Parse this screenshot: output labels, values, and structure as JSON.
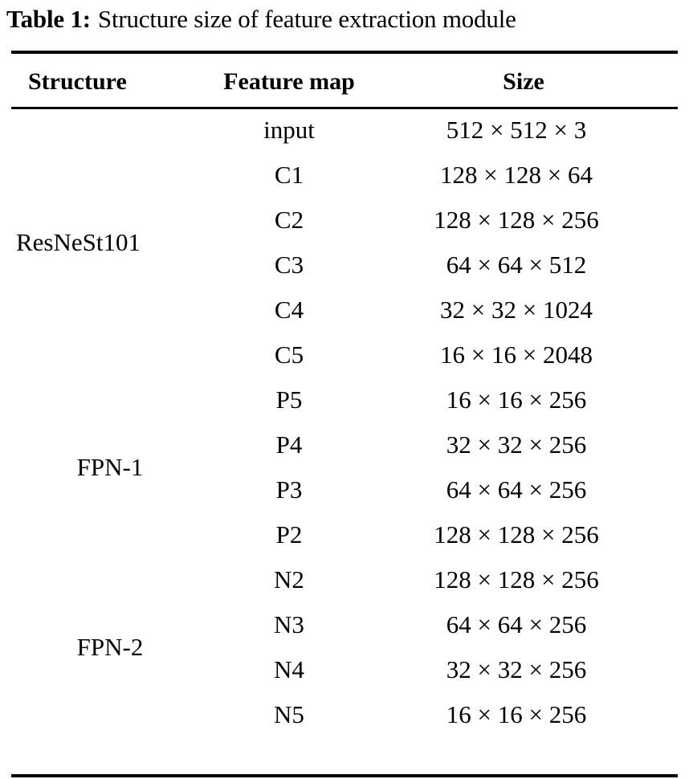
{
  "caption": {
    "label": "Table 1:",
    "text": "Structure size of feature extraction module"
  },
  "table": {
    "headers": {
      "structure": "Structure",
      "feature_map": "Feature map",
      "size": "Size"
    },
    "groups": [
      {
        "name": "ResNeSt101",
        "rowspan": 6
      },
      {
        "name": "FPN-1",
        "rowspan": 4
      },
      {
        "name": "FPN-2",
        "rowspan": 4
      }
    ],
    "rows": [
      {
        "structure": "ResNeSt101",
        "feature_map": "input",
        "size": "512 × 512 × 3"
      },
      {
        "structure": "ResNeSt101",
        "feature_map": "C1",
        "size": "128 × 128 × 64"
      },
      {
        "structure": "ResNeSt101",
        "feature_map": "C2",
        "size": "128 × 128 × 256"
      },
      {
        "structure": "ResNeSt101",
        "feature_map": "C3",
        "size": "64 × 64 × 512"
      },
      {
        "structure": "ResNeSt101",
        "feature_map": "C4",
        "size": "32 × 32 × 1024"
      },
      {
        "structure": "ResNeSt101",
        "feature_map": "C5",
        "size": "16 × 16 × 2048"
      },
      {
        "structure": "FPN-1",
        "feature_map": "P5",
        "size": "16 × 16 × 256"
      },
      {
        "structure": "FPN-1",
        "feature_map": "P4",
        "size": "32 × 32 × 256"
      },
      {
        "structure": "FPN-1",
        "feature_map": "P3",
        "size": "64 × 64 × 256"
      },
      {
        "structure": "FPN-1",
        "feature_map": "P2",
        "size": "128 × 128 × 256"
      },
      {
        "structure": "FPN-2",
        "feature_map": "N2",
        "size": "128 × 128 × 256"
      },
      {
        "structure": "FPN-2",
        "feature_map": "N3",
        "size": "64 × 64 × 256"
      },
      {
        "structure": "FPN-2",
        "feature_map": "N4",
        "size": "32 × 32 × 256"
      },
      {
        "structure": "FPN-2",
        "feature_map": "N5",
        "size": "16 × 16 × 256"
      }
    ]
  },
  "style": {
    "text_color": "#000000",
    "background": "#ffffff",
    "rule_color": "#000000"
  }
}
